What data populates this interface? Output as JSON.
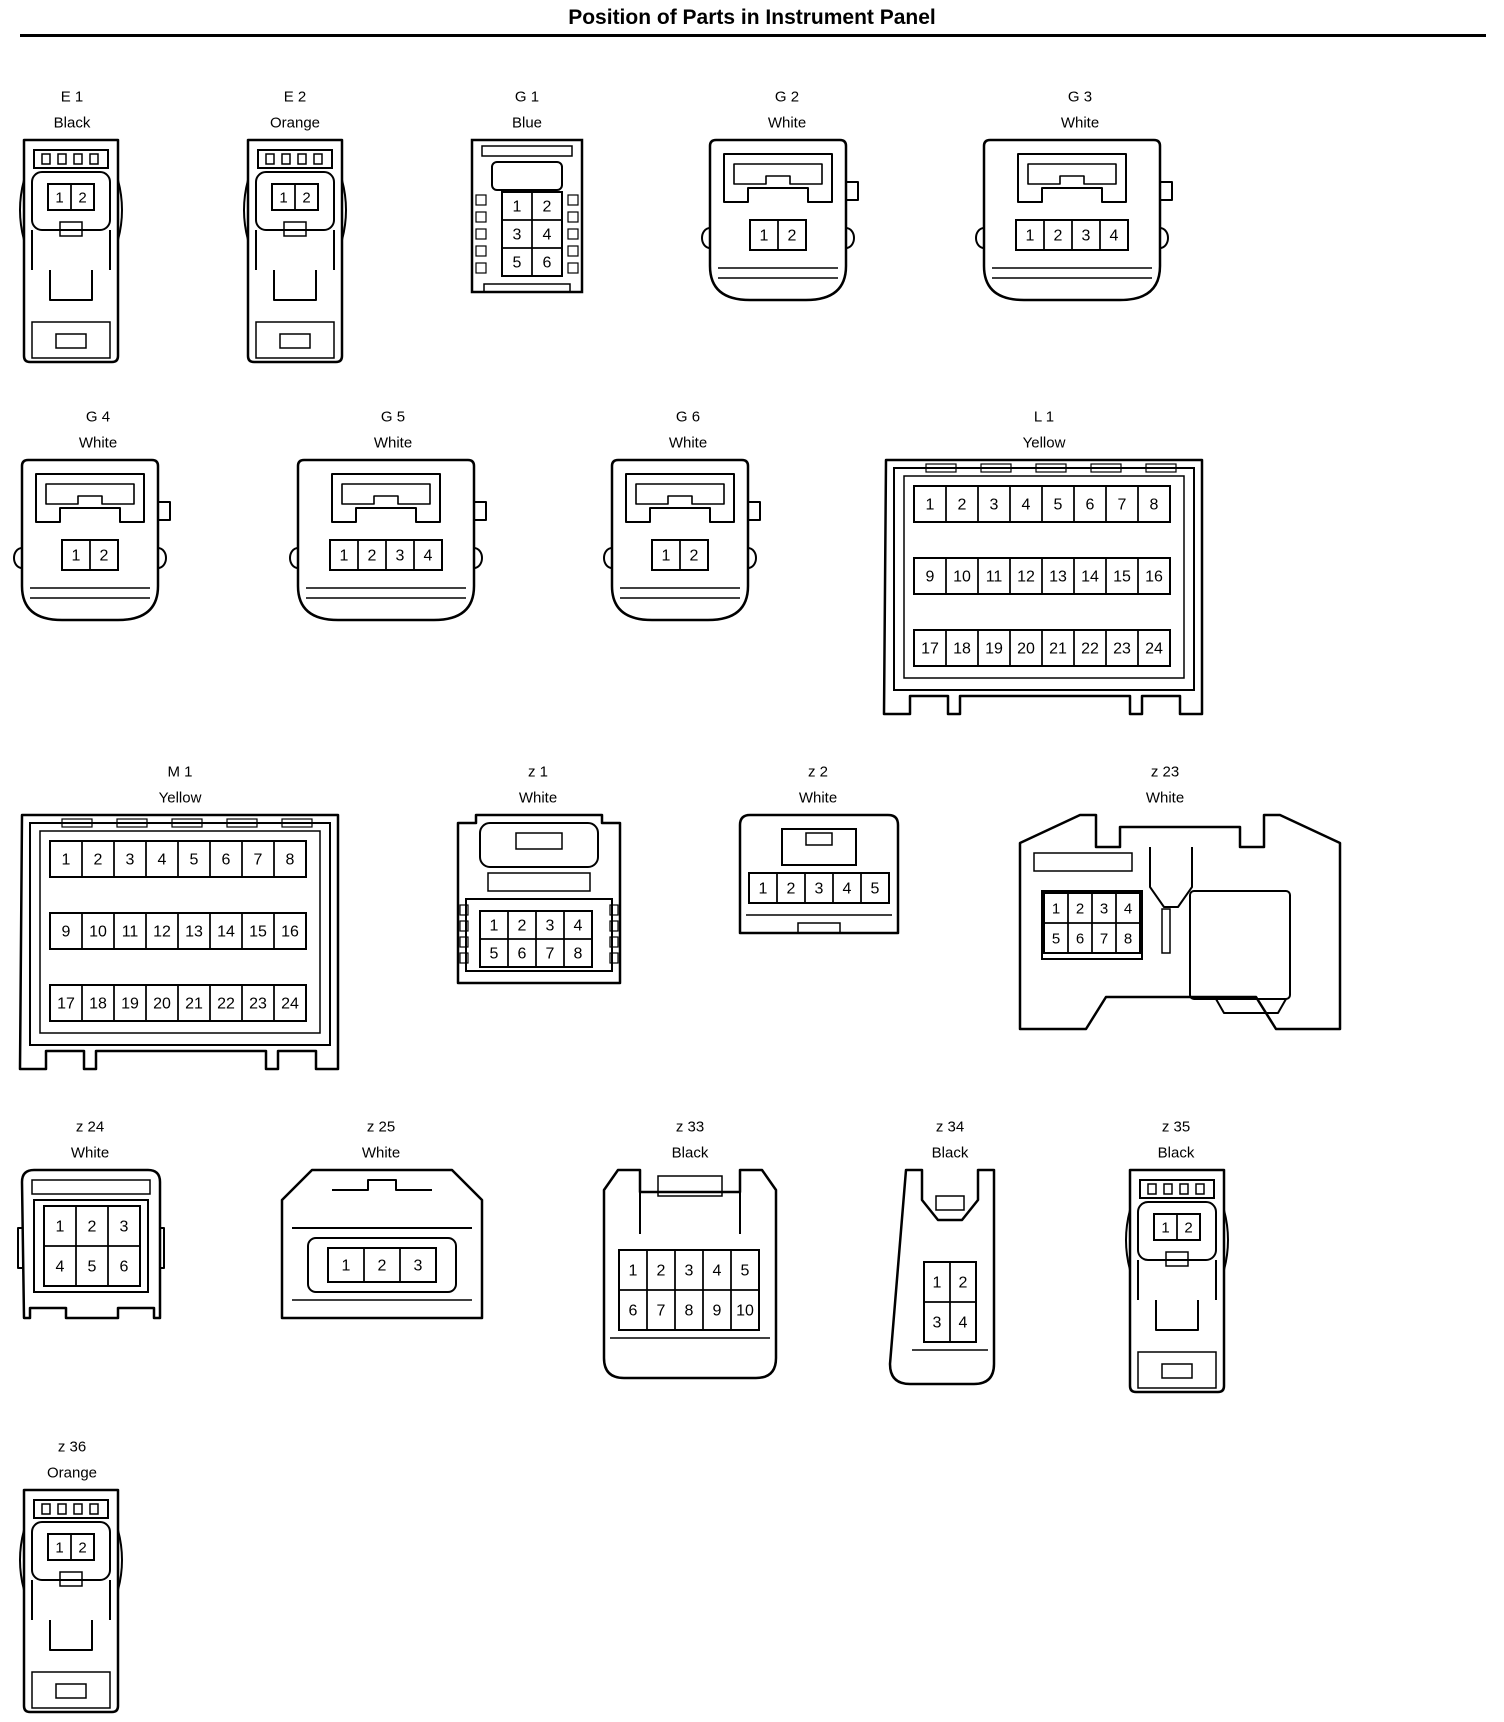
{
  "title": "Position of Parts in Instrument Panel",
  "colors": {
    "line": "#000000",
    "background": "#ffffff"
  },
  "connectors": [
    {
      "id": "E1",
      "code": "E 1",
      "color": "Black",
      "shape": "dual-latch",
      "pins": [
        "1",
        "2"
      ]
    },
    {
      "id": "E2",
      "code": "E 2",
      "color": "Orange",
      "shape": "dual-latch",
      "pins": [
        "1",
        "2"
      ]
    },
    {
      "id": "G1",
      "code": "G 1",
      "color": "Blue",
      "shape": "narrow-block",
      "pins": [
        "1",
        "2",
        "3",
        "4",
        "5",
        "6"
      ]
    },
    {
      "id": "G2",
      "code": "G 2",
      "color": "White",
      "shape": "hood",
      "pins": [
        "1",
        "2"
      ]
    },
    {
      "id": "G3",
      "code": "G 3",
      "color": "White",
      "shape": "hood",
      "pins": [
        "1",
        "2",
        "3",
        "4"
      ]
    },
    {
      "id": "G4",
      "code": "G 4",
      "color": "White",
      "shape": "hood",
      "pins": [
        "1",
        "2"
      ]
    },
    {
      "id": "G5",
      "code": "G 5",
      "color": "White",
      "shape": "hood",
      "pins": [
        "1",
        "2",
        "3",
        "4"
      ]
    },
    {
      "id": "G6",
      "code": "G 6",
      "color": "White",
      "shape": "hood",
      "pins": [
        "1",
        "2"
      ]
    },
    {
      "id": "L1",
      "code": "L 1",
      "color": "Yellow",
      "shape": "large-block",
      "pins": [
        "1",
        "2",
        "3",
        "4",
        "5",
        "6",
        "7",
        "8",
        "9",
        "10",
        "11",
        "12",
        "13",
        "14",
        "15",
        "16",
        "17",
        "18",
        "19",
        "20",
        "21",
        "22",
        "23",
        "24"
      ]
    },
    {
      "id": "M1",
      "code": "M 1",
      "color": "Yellow",
      "shape": "large-block",
      "pins": [
        "1",
        "2",
        "3",
        "4",
        "5",
        "6",
        "7",
        "8",
        "9",
        "10",
        "11",
        "12",
        "13",
        "14",
        "15",
        "16",
        "17",
        "18",
        "19",
        "20",
        "21",
        "22",
        "23",
        "24"
      ]
    },
    {
      "id": "z1",
      "code": "z 1",
      "color": "White",
      "shape": "clip-block",
      "pins": [
        "1",
        "2",
        "3",
        "4",
        "5",
        "6",
        "7",
        "8"
      ]
    },
    {
      "id": "z2",
      "code": "z 2",
      "color": "White",
      "shape": "flat-block",
      "pins": [
        "1",
        "2",
        "3",
        "4",
        "5"
      ]
    },
    {
      "id": "z23",
      "code": "z 23",
      "color": "White",
      "shape": "combo",
      "pins": [
        "1",
        "2",
        "3",
        "4",
        "5",
        "6",
        "7",
        "8"
      ]
    },
    {
      "id": "z24",
      "code": "z 24",
      "color": "White",
      "shape": "square-block",
      "pins": [
        "1",
        "2",
        "3",
        "4",
        "5",
        "6"
      ]
    },
    {
      "id": "z25",
      "code": "z 25",
      "color": "White",
      "shape": "chamfer",
      "pins": [
        "1",
        "2",
        "3"
      ]
    },
    {
      "id": "z33",
      "code": "z 33",
      "color": "Black",
      "shape": "rounded-block",
      "pins": [
        "1",
        "2",
        "3",
        "4",
        "5",
        "6",
        "7",
        "8",
        "9",
        "10"
      ]
    },
    {
      "id": "z34",
      "code": "z 34",
      "color": "Black",
      "shape": "tall-narrow",
      "pins": [
        "1",
        "2",
        "3",
        "4"
      ]
    },
    {
      "id": "z35",
      "code": "z 35",
      "color": "Black",
      "shape": "dual-latch",
      "pins": [
        "1",
        "2"
      ]
    },
    {
      "id": "z36",
      "code": "z 36",
      "color": "Orange",
      "shape": "dual-latch",
      "pins": [
        "1",
        "2"
      ]
    }
  ]
}
